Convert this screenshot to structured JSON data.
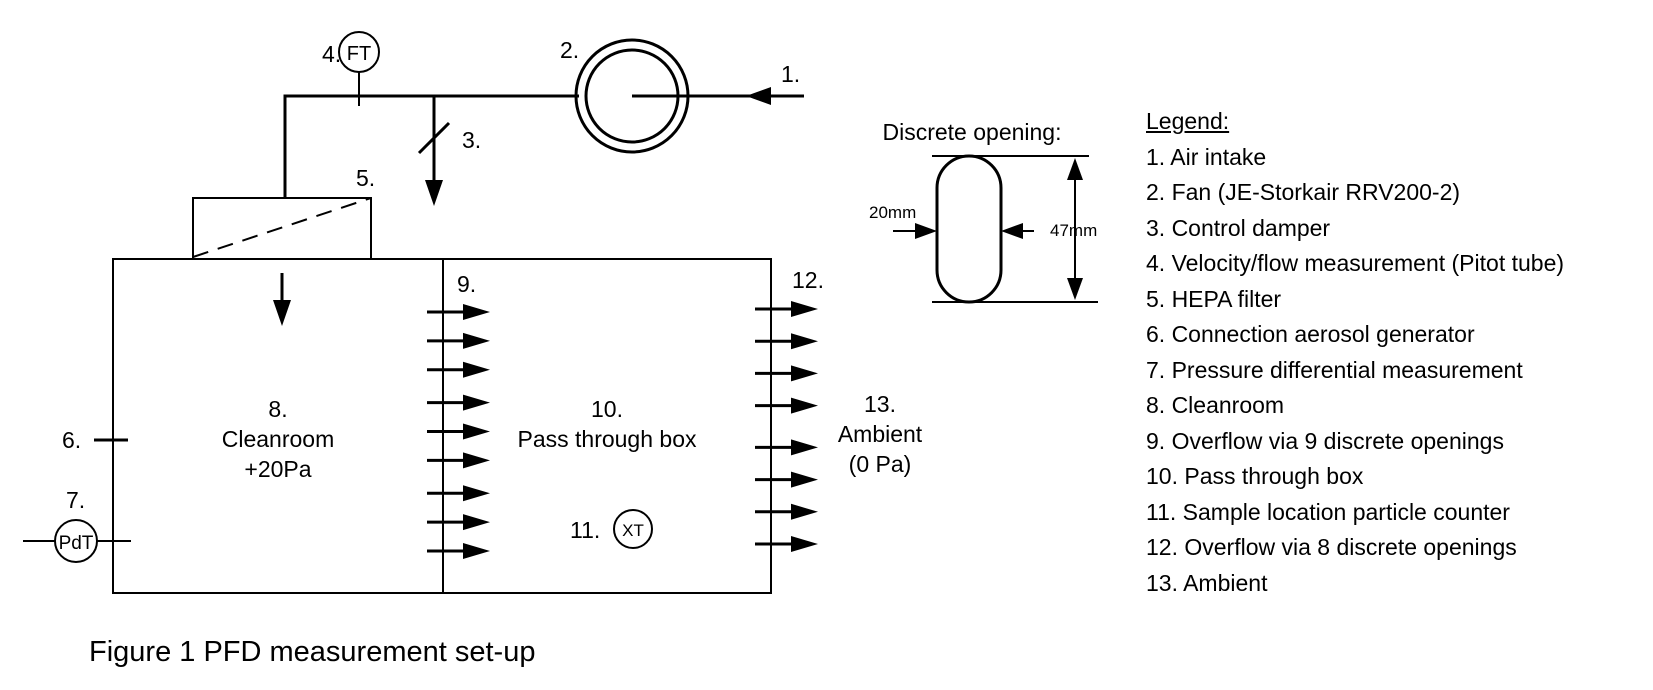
{
  "figure": {
    "caption": "Figure 1 PFD measurement set-up",
    "stroke_color": "#000000",
    "background_color": "#ffffff"
  },
  "diagram": {
    "labels": {
      "air_intake": "1.",
      "fan": "2.",
      "damper": "3.",
      "flow_meter": "4.",
      "hepa": "5.",
      "aerosol_connection": "6.",
      "pressure_diff": "7.",
      "cleanroom_num": "8.",
      "overflow_9": "9.",
      "passbox_num": "10.",
      "sample_num": "11.",
      "overflow_12": "12.",
      "ambient_num": "13."
    },
    "instruments": {
      "flow_tag": "FT",
      "pressure_tag": "PdT",
      "particle_tag": "XT"
    },
    "rooms": {
      "cleanroom_name": "Cleanroom",
      "cleanroom_pressure": "+20Pa",
      "passbox_name": "Pass through box",
      "ambient_name": "Ambient",
      "ambient_pressure": "(0 Pa)"
    },
    "overflow_openings_cleanroom_to_passbox": 9,
    "overflow_openings_passbox_to_ambient": 8
  },
  "discrete_opening": {
    "title": "Discrete opening:",
    "width_label": "20mm",
    "height_label": "47mm"
  },
  "legend": {
    "title": "Legend:",
    "items": [
      "1. Air intake",
      "2. Fan (JE-Storkair RRV200-2)",
      "3. Control damper",
      "4. Velocity/flow measurement (Pitot tube)",
      "5. HEPA filter",
      "6. Connection aerosol generator",
      "7. Pressure differential measurement",
      "8. Cleanroom",
      "9. Overflow via 9 discrete openings",
      "10. Pass through box",
      "11. Sample location particle counter",
      "12. Overflow via 8 discrete openings",
      "13. Ambient"
    ]
  }
}
